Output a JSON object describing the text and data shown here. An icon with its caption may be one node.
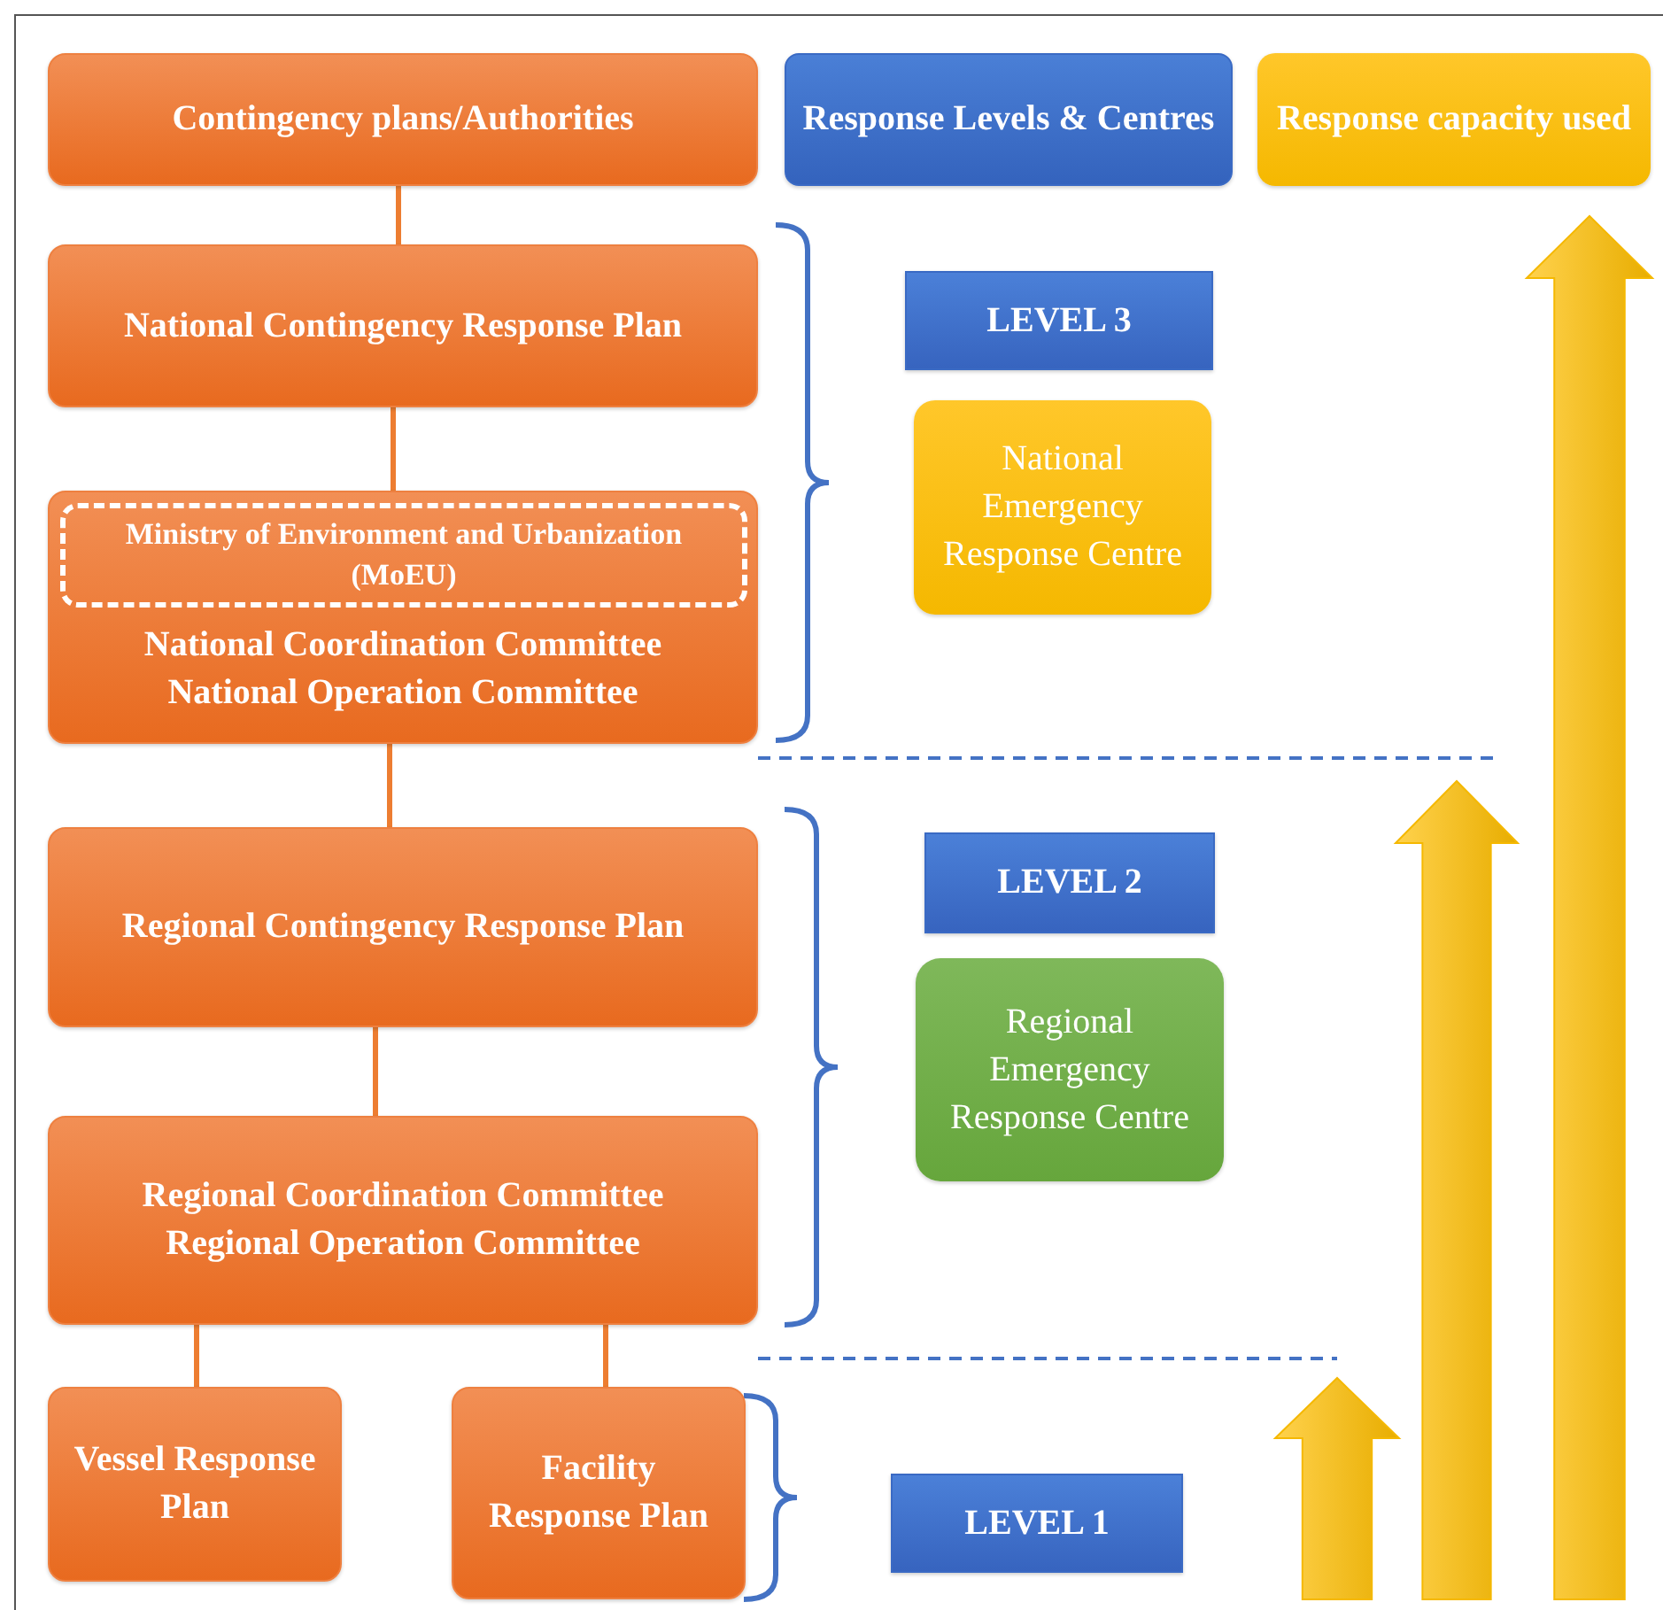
{
  "diagram": {
    "nodes": [
      {
        "text": [
          "Contingency plans/Authorities"
        ]
      },
      {
        "text": [
          "Response Levels & Centres"
        ]
      },
      {
        "text": [
          "Response capacity used"
        ]
      },
      {
        "text": [
          "National Contingency Response Plan"
        ]
      },
      {
        "text": [
          "National Coordination Committee",
          "National Operation Committee"
        ]
      },
      {
        "text": [
          "Ministry of Environment and Urbanization (MoEU)"
        ],
        "in": 4
      },
      {
        "text": [
          "Regional Contingency Response Plan"
        ]
      },
      {
        "text": [
          "Regional Coordination Committee",
          "Regional Operation Committee"
        ]
      },
      {
        "text": [
          "Vessel Response Plan"
        ]
      },
      {
        "text": [
          "Facility Response Plan"
        ]
      },
      {
        "text": [
          "LEVEL 3"
        ]
      },
      {
        "text": [
          "National Emergency Response Centre"
        ]
      },
      {
        "text": [
          "LEVEL 2"
        ]
      },
      {
        "text": [
          "Regional Emergency Response Centre"
        ]
      },
      {
        "text": [
          "LEVEL 1"
        ]
      }
    ],
    "edges": [
      {
        "from": 0,
        "to": 3,
        "arrow": "none"
      },
      {
        "from": 3,
        "to": 4,
        "arrow": "none"
      },
      {
        "from": 4,
        "to": 6,
        "arrow": "none"
      },
      {
        "from": 6,
        "to": 7,
        "arrow": "none"
      },
      {
        "from": 7,
        "to": 8,
        "arrow": "none"
      },
      {
        "from": 7,
        "to": 9,
        "arrow": "none"
      }
    ]
  }
}
